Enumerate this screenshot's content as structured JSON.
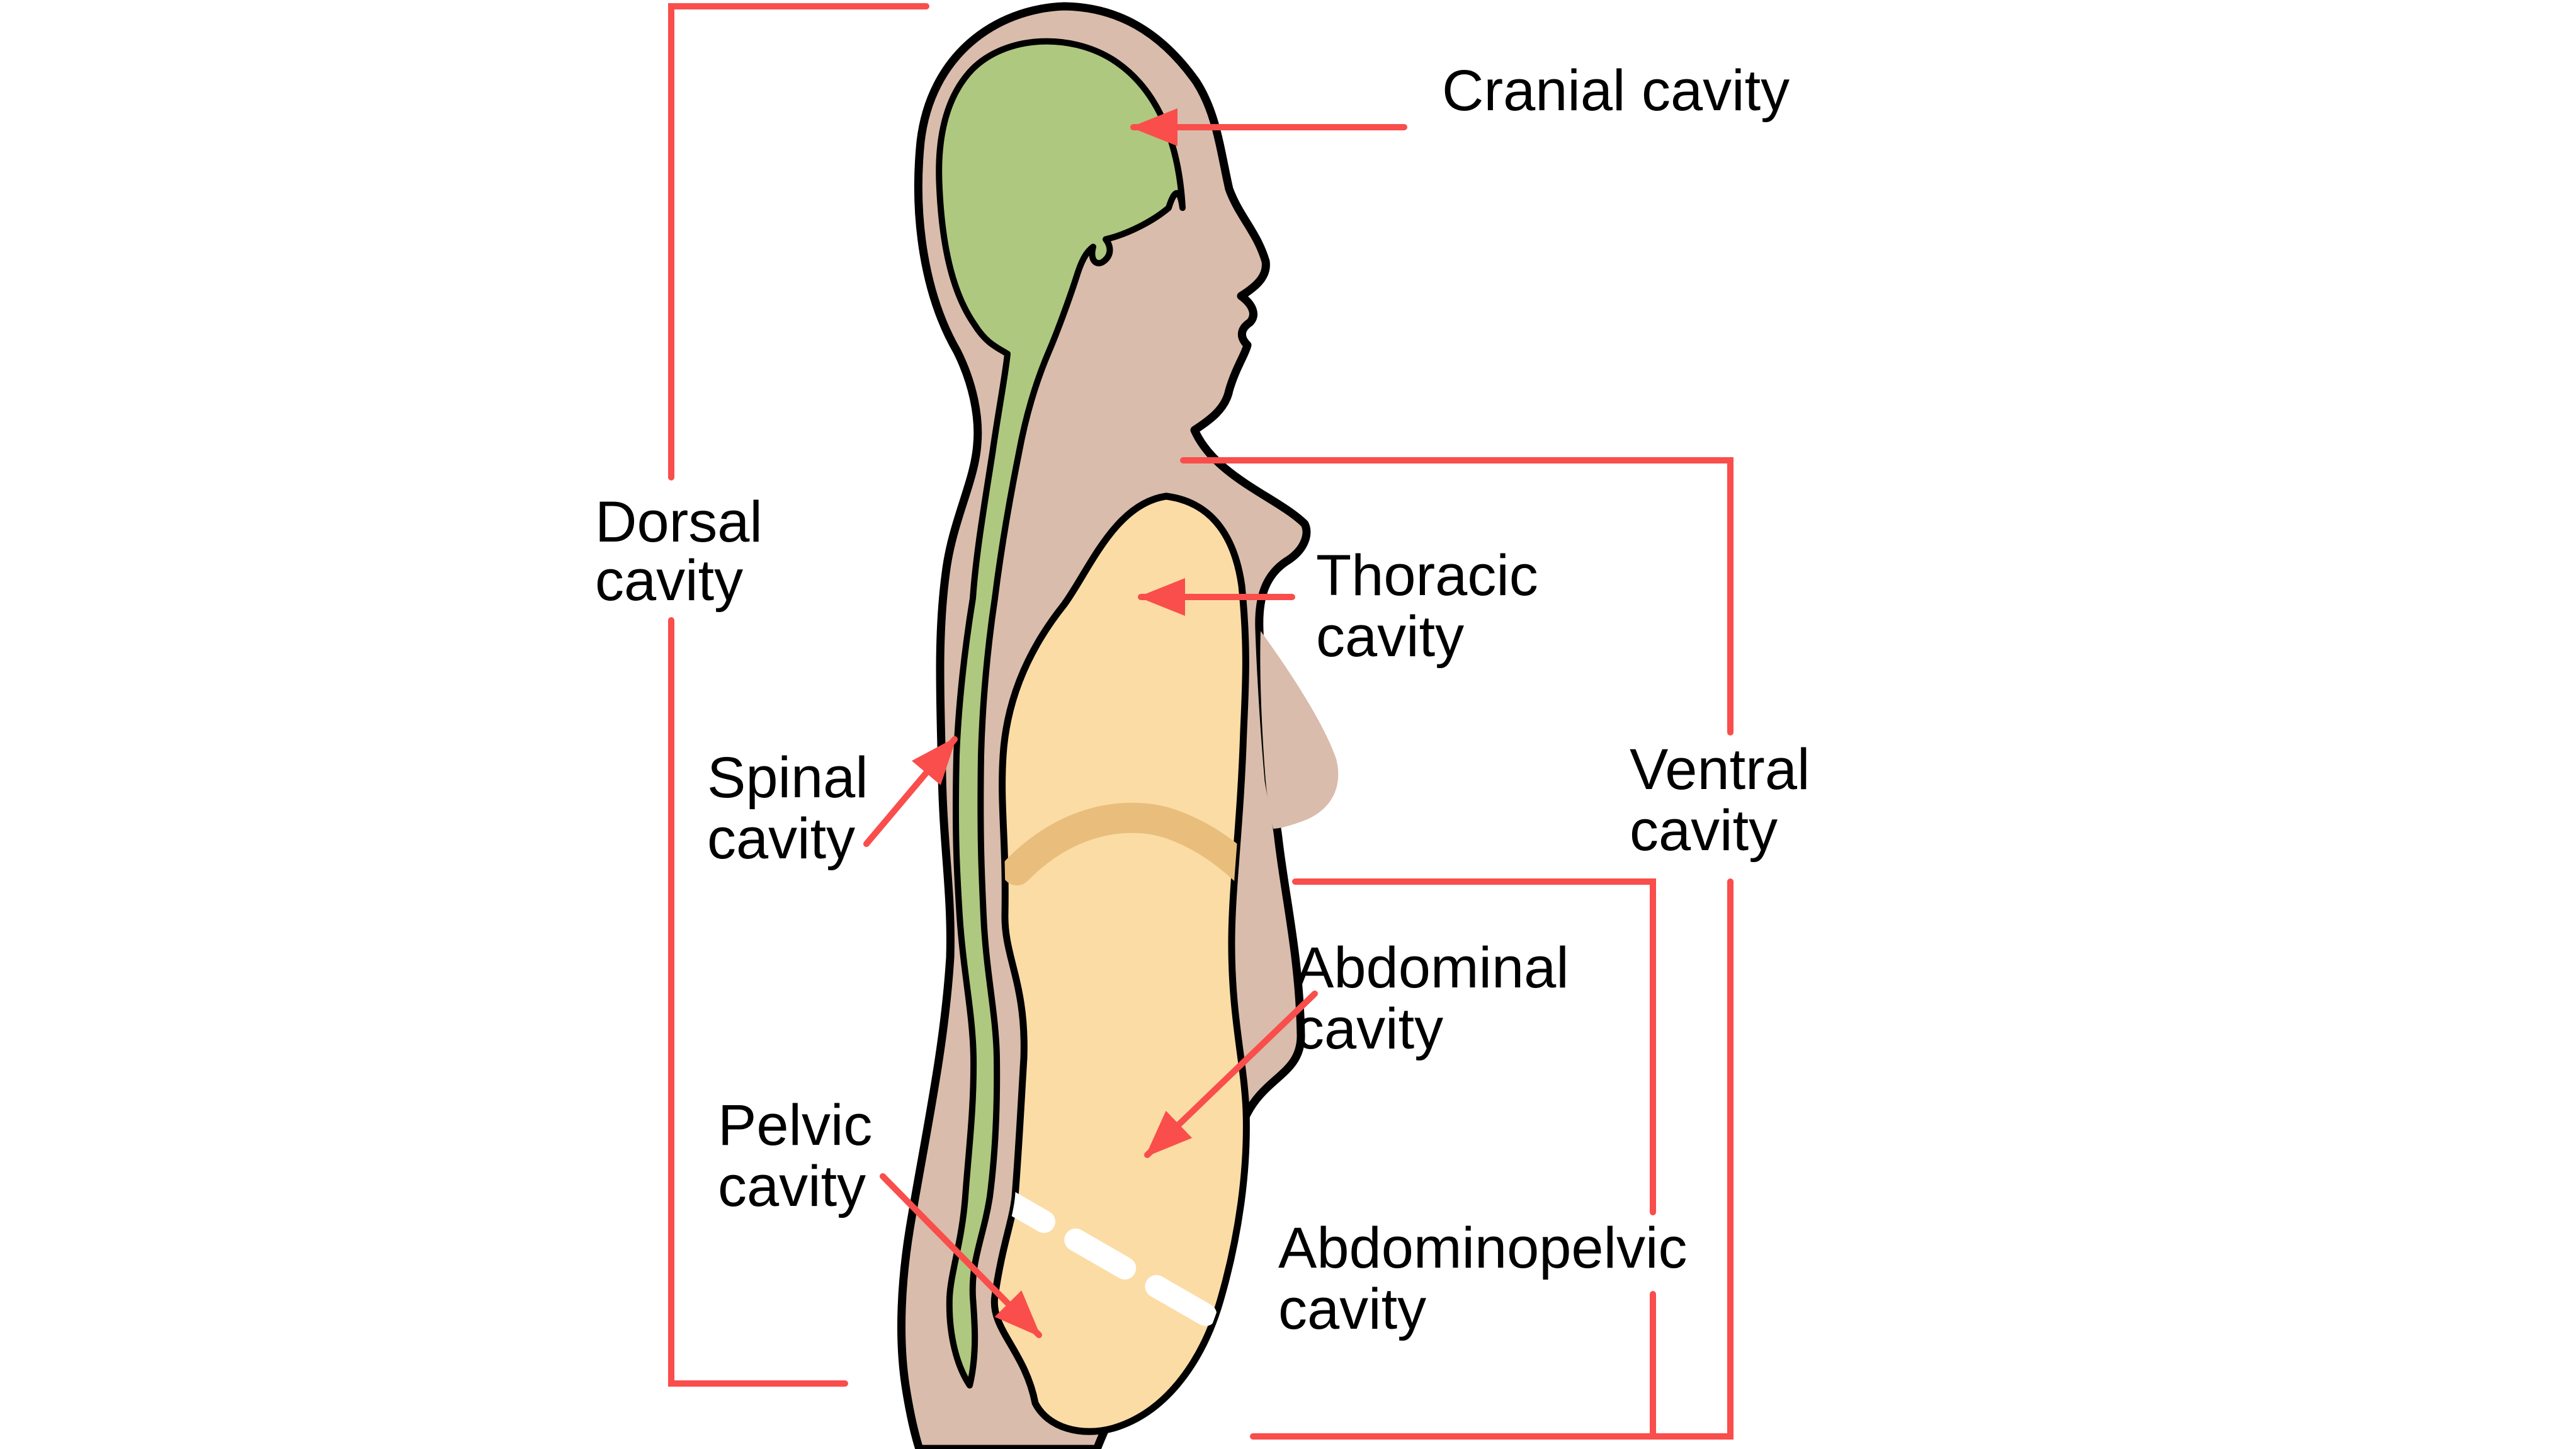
{
  "figure": {
    "type": "anatomy-body-cavities-side-view",
    "description_visible_text_only": true
  },
  "labels": {
    "cranial": {
      "text": "Cranial cavity"
    },
    "dorsal": {
      "line1": "Dorsal",
      "line2": "cavity"
    },
    "spinal": {
      "line1": "Spinal",
      "line2": "cavity"
    },
    "thoracic": {
      "line1": "Thoracic",
      "line2": "cavity"
    },
    "ventral": {
      "line1": "Ventral",
      "line2": "cavity"
    },
    "abdominal": {
      "line1": "Abdominal",
      "line2": "cavity"
    },
    "pelvic": {
      "line1": "Pelvic",
      "line2": "cavity"
    },
    "abdominopelvic": {
      "line1": "Abdominopelvic",
      "line2": "cavity"
    }
  },
  "colors": {
    "bg": "#ffffff",
    "ink": "#000000",
    "red": "#f94e4b",
    "skin": "#d9bcab",
    "green": "#aec87f",
    "cavity": "#fcdca5",
    "diaphragm": "#e9bd7b",
    "dash": "#ffffff"
  }
}
